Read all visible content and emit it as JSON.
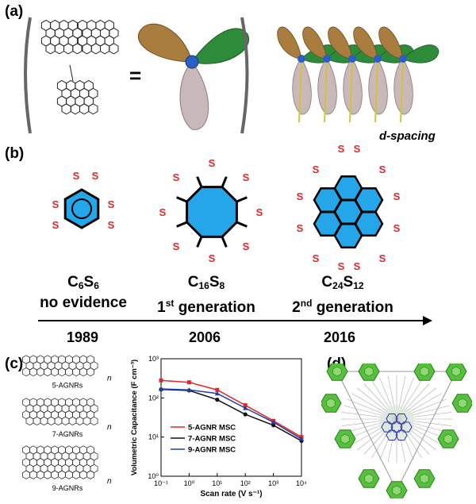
{
  "figure": {
    "panel_a": {
      "label": "(a)",
      "equals": "=",
      "annotation": "d-spacing"
    },
    "panel_b": {
      "label": "(b)",
      "molecules": [
        {
          "formula_main": "C",
          "sub1": "6",
          "formula_mid": "S",
          "sub2": "6",
          "status_a": "no evidence",
          "status_sup": "",
          "status_b": "",
          "year": "1989"
        },
        {
          "formula_main": "C",
          "sub1": "16",
          "formula_mid": "S",
          "sub2": "8",
          "status_a": "1",
          "status_sup": "st",
          "status_b": " generation",
          "year": "2006"
        },
        {
          "formula_main": "C",
          "sub1": "24",
          "formula_mid": "S",
          "sub2": "12",
          "status_a": "2",
          "status_sup": "nd",
          "status_b": " generation",
          "year": "2016"
        }
      ],
      "atom_label": "S"
    },
    "panel_c": {
      "label": "(c)",
      "ribbons": [
        {
          "name": "5-AGNRs",
          "n": "n"
        },
        {
          "name": "7-AGNRs",
          "n": "n"
        },
        {
          "name": "9-AGNRs",
          "n": "n"
        }
      ]
    },
    "panel_d": {
      "label": "(d)"
    }
  },
  "chart_data": {
    "type": "line",
    "xlabel": "Scan rate (V s⁻¹)",
    "ylabel": "Volumetric Capacitance (F cm⁻³)",
    "xscale": "log",
    "yscale": "log",
    "xlim": [
      0.1,
      10000
    ],
    "ylim": [
      1,
      1000
    ],
    "xticks": [
      "10⁻¹",
      "10⁰",
      "10¹",
      "10²",
      "10³",
      "10⁴"
    ],
    "yticks": [
      "10⁰",
      "10¹",
      "10²",
      "10³"
    ],
    "legend_position": "lower-left",
    "series": [
      {
        "name": "5-AGNR MSC",
        "color": "#e3262b",
        "marker": "square",
        "x": [
          0.1,
          1,
          10,
          100,
          1000,
          10000
        ],
        "values": [
          280,
          250,
          160,
          65,
          26,
          10
        ]
      },
      {
        "name": "7-AGNR MSC",
        "color": "#111111",
        "marker": "circle",
        "x": [
          0.1,
          1,
          10,
          100,
          1000,
          10000
        ],
        "values": [
          165,
          155,
          90,
          38,
          20,
          8
        ]
      },
      {
        "name": "9-AGNR MSC",
        "color": "#1f3fa8",
        "marker": "triangle",
        "x": [
          0.1,
          1,
          10,
          100,
          1000,
          10000
        ],
        "values": [
          170,
          160,
          130,
          55,
          24,
          9
        ]
      }
    ]
  }
}
